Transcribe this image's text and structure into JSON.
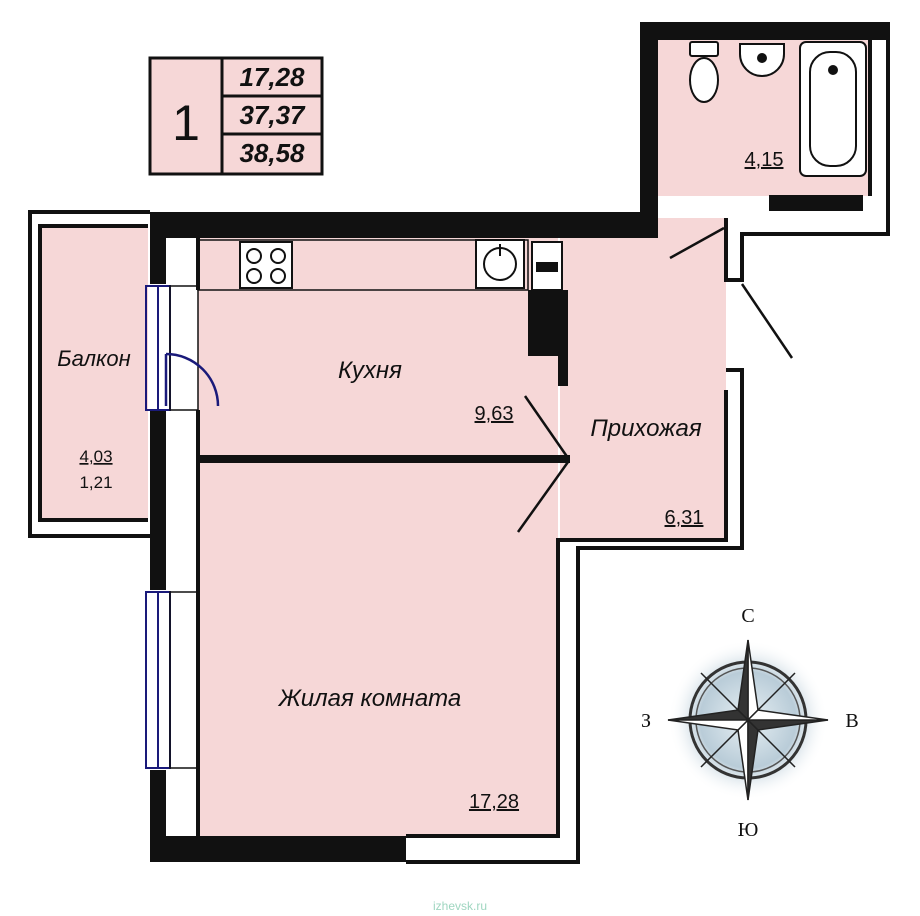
{
  "summary": {
    "rooms_count": "1",
    "living_area": "17,28",
    "total_area": "37,37",
    "total_area_with_balcony": "38,58"
  },
  "rooms": {
    "kitchen": {
      "name": "Кухня",
      "area": "9,63"
    },
    "living": {
      "name": "Жилая комната",
      "area": "17,28"
    },
    "hall": {
      "name": "Прихожая",
      "area": "6,31"
    },
    "bathroom": {
      "area": "4,15"
    },
    "balcony": {
      "name": "Балкон",
      "area": "4,03",
      "reduced_area": "1,21"
    }
  },
  "compass": {
    "north": "С",
    "south": "Ю",
    "west": "З",
    "east": "В"
  },
  "watermark": "izhevsk.ru",
  "colors": {
    "room_fill": "#f6d7d7",
    "wall": "#111111",
    "window": "#1a1a7a",
    "badge_fill": "#f6d7d7"
  }
}
